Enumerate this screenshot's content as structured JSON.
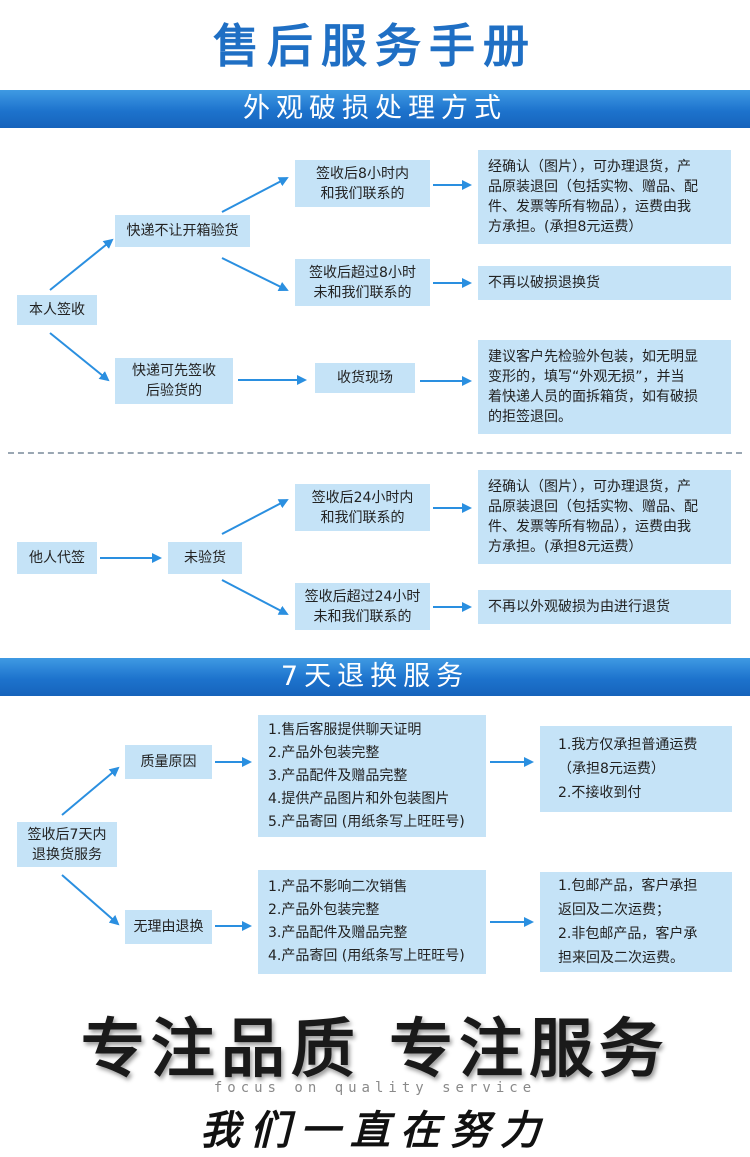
{
  "title": "售后服务手册",
  "section1": {
    "banner": "外观破损处理方式",
    "self_sign": "本人签收",
    "courier_no_inspect": "快递不让开箱验货",
    "courier_inspect": [
      "快递可先签收",
      "后验货的"
    ],
    "within8": [
      "签收后8小时内",
      "和我们联系的"
    ],
    "over8": [
      "签收后超过8小时",
      "未和我们联系的"
    ],
    "at_scene": "收货现场",
    "result_return": [
      "经确认（图片），可办理退货，产",
      "品原装退回（包括实物、赠品、配",
      "件、发票等所有物品），运费由我",
      "方承担。(承担8元运费）"
    ],
    "result_no_exchange": "不再以破损退换货",
    "result_inspect": [
      "建议客户先检验外包装，如无明显",
      "变形的，填写“外观无损”，并当",
      "着快递人员的面拆箱货，如有破损",
      "的拒签退回。"
    ]
  },
  "section2": {
    "proxy_sign": "他人代签",
    "not_inspected": "未验货",
    "within24": [
      "签收后24小时内",
      "和我们联系的"
    ],
    "over24": [
      "签收后超过24小时",
      "未和我们联系的"
    ],
    "result_return": [
      "经确认（图片），可办理退货，产",
      "品原装退回（包括实物、赠品、配",
      "件、发票等所有物品），运费由我",
      "方承担。(承担8元运费）"
    ],
    "result_no_return": "不再以外观破损为由进行退货"
  },
  "section3": {
    "banner": "7天退换服务",
    "start": [
      "签收后7天内",
      "退换货服务"
    ],
    "quality": "质量原因",
    "no_reason": "无理由退换",
    "quality_reqs": [
      "1.售后客服提供聊天证明",
      "2.产品外包装完整",
      "3.产品配件及赠品完整",
      "4.提供产品图片和外包装图片",
      "5.产品寄回 (用纸条写上旺旺号)"
    ],
    "quality_result": [
      "1.我方仅承担普通运费",
      "（承担8元运费）",
      "2.不接收到付"
    ],
    "noreason_reqs": [
      "1.产品不影响二次销售",
      "2.产品外包装完整",
      "3.产品配件及赠品完整",
      "4.产品寄回 (用纸条写上旺旺号)"
    ],
    "noreason_result": [
      "1.包邮产品，客户承担",
      "返回及二次运费；",
      "2.非包邮产品，客户承",
      "担来回及二次运费。"
    ]
  },
  "slogan": {
    "main": "专注品质  专注服务",
    "sub": "focus on quality service",
    "hand": "我们一直在努力"
  },
  "colors": {
    "banner": "#1d73cd",
    "box": "#c5e3f7",
    "arrow": "#2a8fe0",
    "title": "#1f6fc4"
  }
}
